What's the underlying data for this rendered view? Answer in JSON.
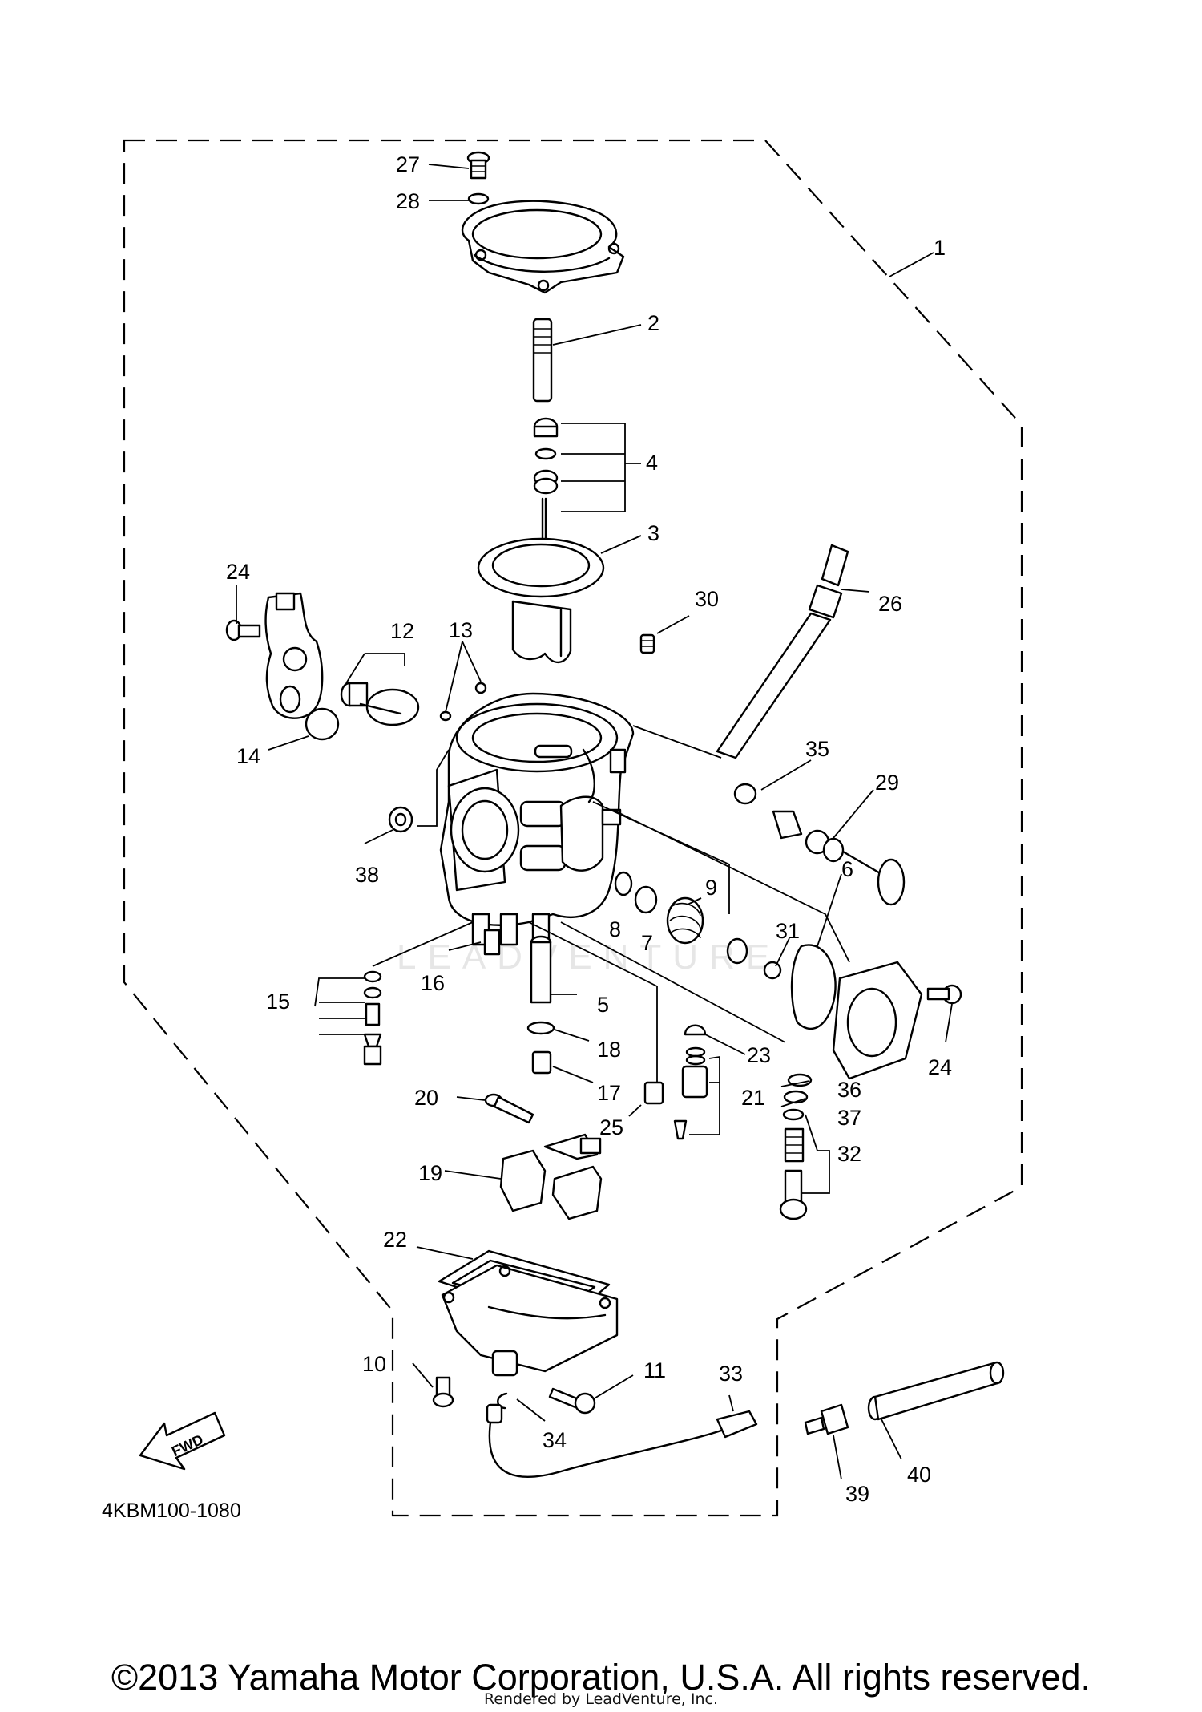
{
  "diagram": {
    "part_code": "4KBM100-1080",
    "fwd_label": "FWD",
    "watermark": "LEADVENTURE",
    "callouts": [
      "1",
      "2",
      "3",
      "4",
      "5",
      "6",
      "7",
      "8",
      "9",
      "10",
      "11",
      "12",
      "13",
      "14",
      "15",
      "16",
      "17",
      "18",
      "19",
      "20",
      "21",
      "22",
      "23",
      "24",
      "24",
      "25",
      "26",
      "27",
      "28",
      "29",
      "30",
      "31",
      "32",
      "33",
      "34",
      "35",
      "36",
      "37",
      "38",
      "39",
      "40"
    ]
  },
  "footer": {
    "copyright": "©2013 Yamaha Motor Corporation, U.S.A. All rights reserved.",
    "rendered_by": "Rendered by LeadVenture, Inc."
  }
}
